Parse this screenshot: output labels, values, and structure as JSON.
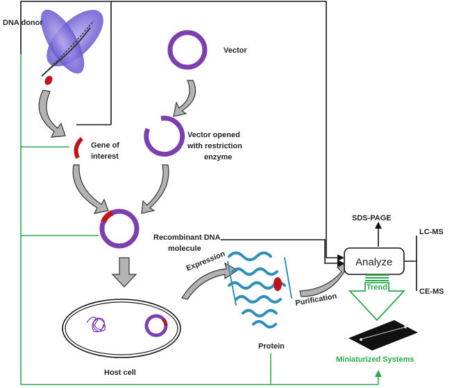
{
  "labels": {
    "dna_donor": "DNA donor",
    "vector": "Vector",
    "vector_opened_1": "Vector opened",
    "vector_opened_2": "with restriction",
    "vector_opened_3": "enzyme",
    "gene_1": "Gene of",
    "gene_2": "interest",
    "recombinant_1": "Recombinant DNA",
    "recombinant_2": "molecule",
    "host_cell": "Host cell",
    "expression": "Expression",
    "protein": "Protein",
    "purification": "Purification",
    "analyze": "Analyze",
    "sds_page": "SDS-PAGE",
    "lc_ms": "LC-MS",
    "ce_ms": "CE-MS",
    "trend": "Trend",
    "miniaturized": "Miniaturized Systems"
  },
  "colors": {
    "purple": "#7b3fb0",
    "red": "#c0141c",
    "green": "#2aa84a",
    "black": "#111111",
    "gray_arrow": "#b3b3b3",
    "protein_blue": "#2f8fb8"
  }
}
